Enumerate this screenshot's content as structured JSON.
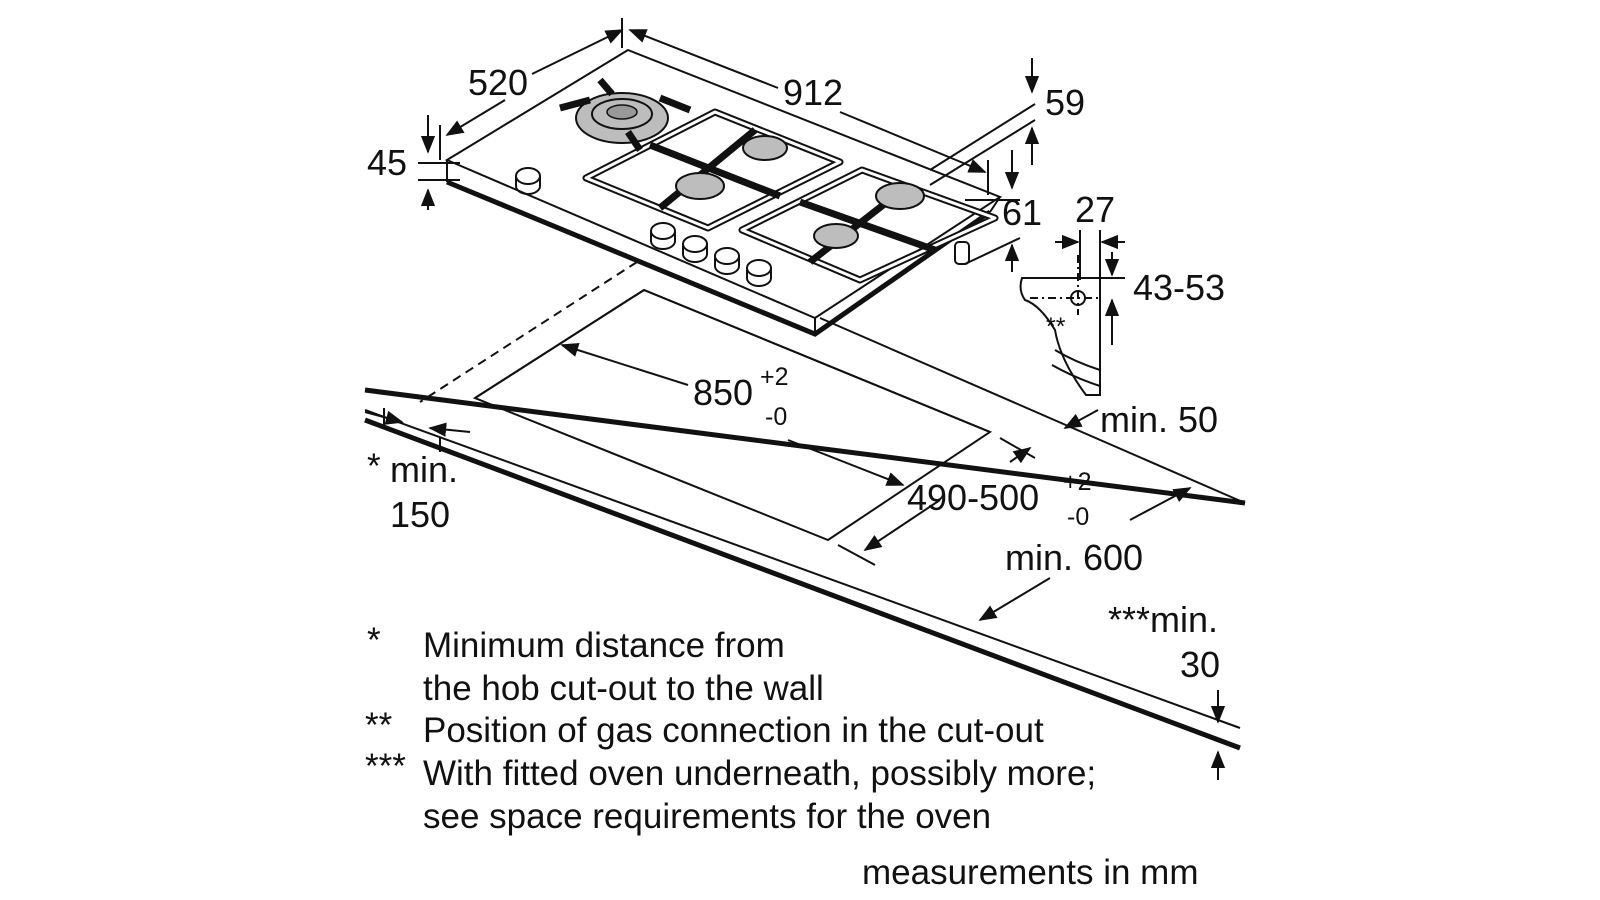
{
  "dimensions": {
    "depth": "520",
    "width": "912",
    "rear_height": "59",
    "front_height": "45",
    "side_height": "61",
    "connection_offset": "27",
    "connection_height": "43-53",
    "cutout_width": "850",
    "cutout_width_tol_plus": "+2",
    "cutout_width_tol_minus": "-0",
    "cutout_depth": "490-500",
    "cutout_depth_tol_plus": "+2",
    "cutout_depth_tol_minus": "-0",
    "min_back": "min. 50",
    "min_wall_star": "*",
    "min_wall_label": "min.",
    "min_wall_value": "150",
    "min_worktop": "min. 600",
    "min_oven_label": "***min.",
    "min_oven_value": "30",
    "gas_marker": "**"
  },
  "notes": [
    {
      "mark": "*",
      "lines": [
        "Minimum distance from",
        "the hob cut-out to the wall"
      ]
    },
    {
      "mark": "**",
      "lines": [
        "Position of gas connection in the cut-out"
      ]
    },
    {
      "mark": "***",
      "lines": [
        "With fitted oven underneath, possibly more;",
        "see space requirements for the oven"
      ]
    }
  ],
  "units_note": "measurements in mm"
}
